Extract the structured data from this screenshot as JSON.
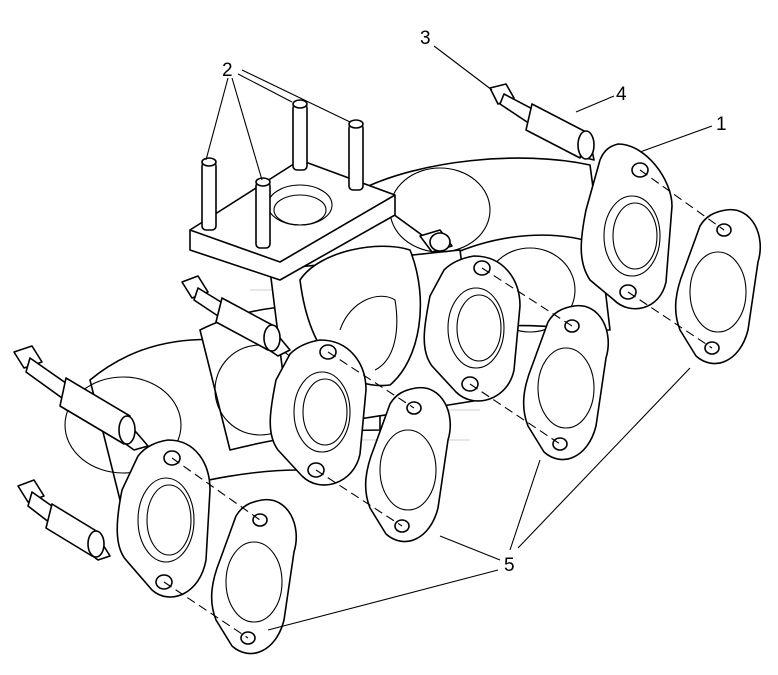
{
  "callouts": {
    "item_1": "1",
    "item_2": "2",
    "item_3": "3",
    "item_4": "4",
    "item_5": "5"
  },
  "parts": {
    "manifold": "exhaust-manifold",
    "studs": "stud",
    "bolts": "bolt",
    "spacers": "spacer-sleeve",
    "gaskets": "gasket"
  },
  "colors": {
    "line": "#000000",
    "background": "#ffffff"
  }
}
